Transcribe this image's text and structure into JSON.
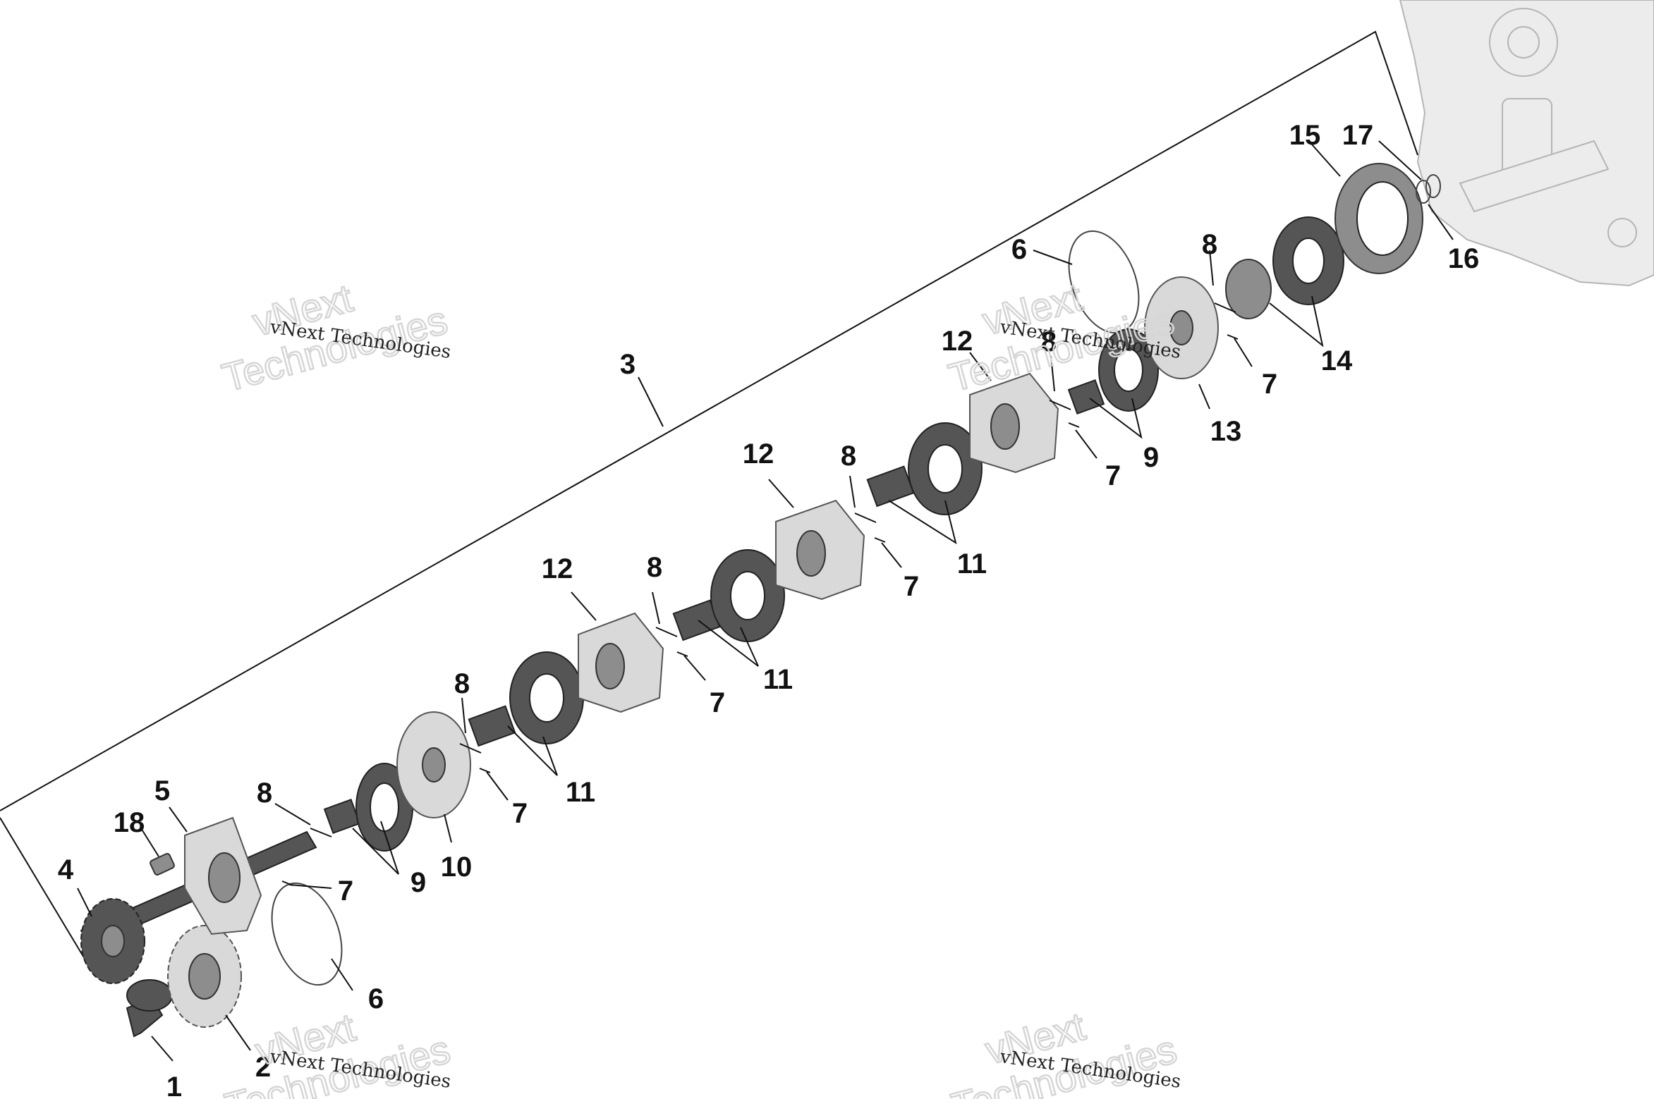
{
  "watermark": {
    "small_text": "vNext Technologies",
    "big_line1": "vNext",
    "big_line2": "Technologies"
  },
  "callouts": {
    "c1": "1",
    "c2": "2",
    "c3": "3",
    "c4": "4",
    "c5": "5",
    "c6a": "6",
    "c6b": "6",
    "c7a": "7",
    "c7b": "7",
    "c7c": "7",
    "c7d": "7",
    "c7e": "7",
    "c7f": "7",
    "c8a": "8",
    "c8b": "8",
    "c8c": "8",
    "c8d": "8",
    "c8e": "8",
    "c8f": "8",
    "c9a": "9",
    "c9b": "9",
    "c10": "10",
    "c11a": "11",
    "c11b": "11",
    "c11c": "11",
    "c12a": "12",
    "c12b": "12",
    "c12c": "12",
    "c13": "13",
    "c14": "14",
    "c15": "15",
    "c16": "16",
    "c17": "17",
    "c18": "18"
  },
  "colors": {
    "dark_part": "#555555",
    "mid_part": "#8d8d8d",
    "light_part": "#d9d9d9",
    "housing": "#ececec",
    "text": "#111111"
  }
}
